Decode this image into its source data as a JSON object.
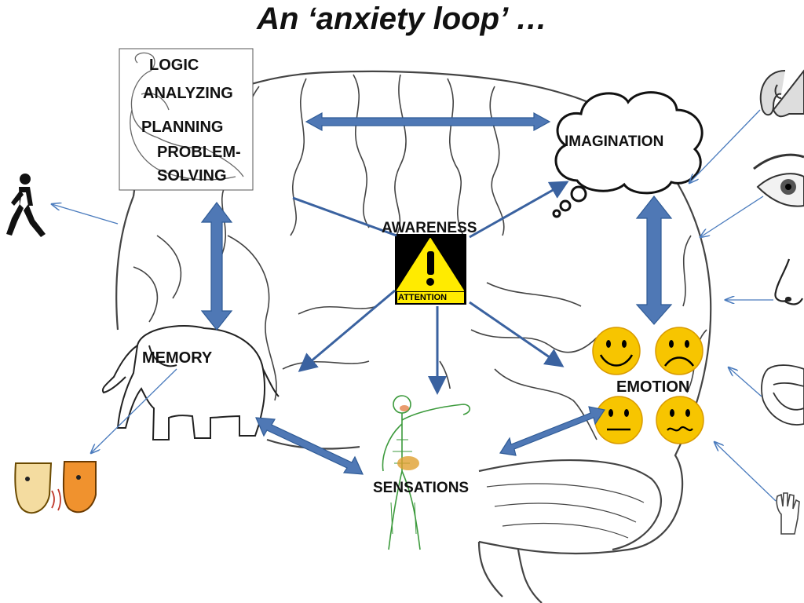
{
  "title": "An ‘anxiety loop’ …",
  "labels": {
    "logic": "LOGIC",
    "analyzing": "ANALYZING",
    "planning": "PLANNING",
    "problem": "PROBLEM-",
    "solving": "SOLVING",
    "imagination": "IMAGINATION",
    "awareness": "AWARENESS",
    "attention_sign": "ATTENTION",
    "memory": "MEMORY",
    "emotion": "EMOTION",
    "sensations": "SENSATIONS"
  },
  "icons": [
    "thinker-sketch",
    "thought-cloud",
    "attention-sign",
    "elephant",
    "smiley-faces",
    "nervous-system-figure",
    "walking-person",
    "ear",
    "eye",
    "nose",
    "mouth",
    "hand",
    "talking-masks"
  ],
  "colors": {
    "arrow_fill": "#4f78b5",
    "arrow_stroke": "#2f5b96",
    "thin_arrow": "#4a7bbd",
    "sign_yellow": "#ffeb00",
    "smiley_yellow": "#f7c500",
    "nerve_green": "#3c9a3c",
    "brain_line": "#444444"
  }
}
